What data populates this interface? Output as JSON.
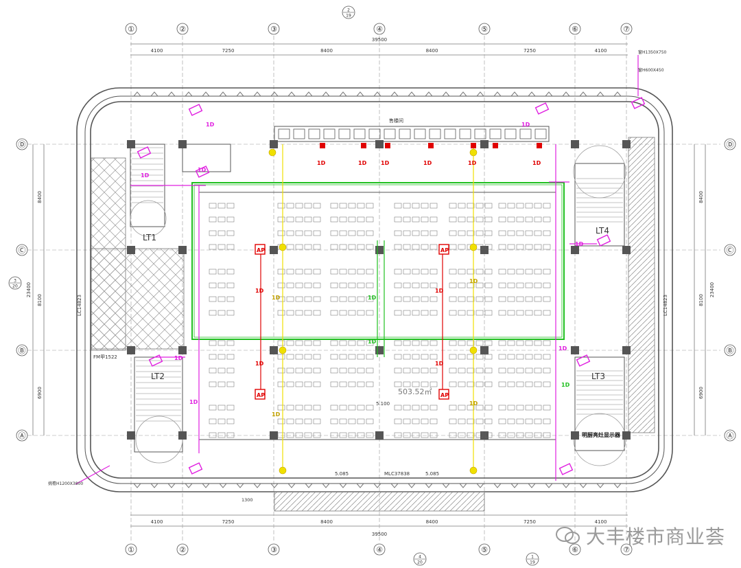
{
  "axes_top": [
    "①",
    "②",
    "③",
    "④",
    "⑤",
    "⑥",
    "⑦"
  ],
  "axes_side": [
    "Ⓓ",
    "Ⓒ",
    "Ⓑ",
    "Ⓐ"
  ],
  "dims_top": [
    "4100",
    "7250",
    "8400",
    "8400",
    "7250",
    "4100"
  ],
  "dims_side": [
    "8400",
    "8100",
    "6900"
  ],
  "total_width": "39500",
  "total_height": "23400",
  "section_top": {
    "num": "2",
    "den": "19"
  },
  "section_left": {
    "num": "3",
    "den": "20"
  },
  "section_bottom_a": {
    "num": "4",
    "den": "20"
  },
  "section_bottom_b": {
    "num": "1",
    "den": "19"
  },
  "labels": {
    "stair1": "LT1",
    "stair2": "LT2",
    "stair3": "LT3",
    "stair4": "LT4",
    "sales_room": "售楼间",
    "ap": "AP",
    "door_fm1": "FM甲1522",
    "door_lc1": "LC14823",
    "door_lc2": "LC14823",
    "door_mlc": "MLC37838",
    "elev_a": "5.085",
    "elev_b": "5.085",
    "elev_c": "5.100",
    "area_label": "503.52㎡",
    "window_note": "明厨亮灶显示器",
    "dim_1300": "1300",
    "top_right_note1": "窗H1350X750",
    "top_right_note2": "窗H600X450",
    "left_note": "挑檐H1200X3800"
  },
  "fixture_tag": "1D",
  "watermark": "大丰楼市商业荟",
  "colors": {
    "outline": "#555555",
    "magenta": "#e020e0",
    "red": "#e00000",
    "yellow": "#f0e000",
    "green": "#20c020"
  }
}
